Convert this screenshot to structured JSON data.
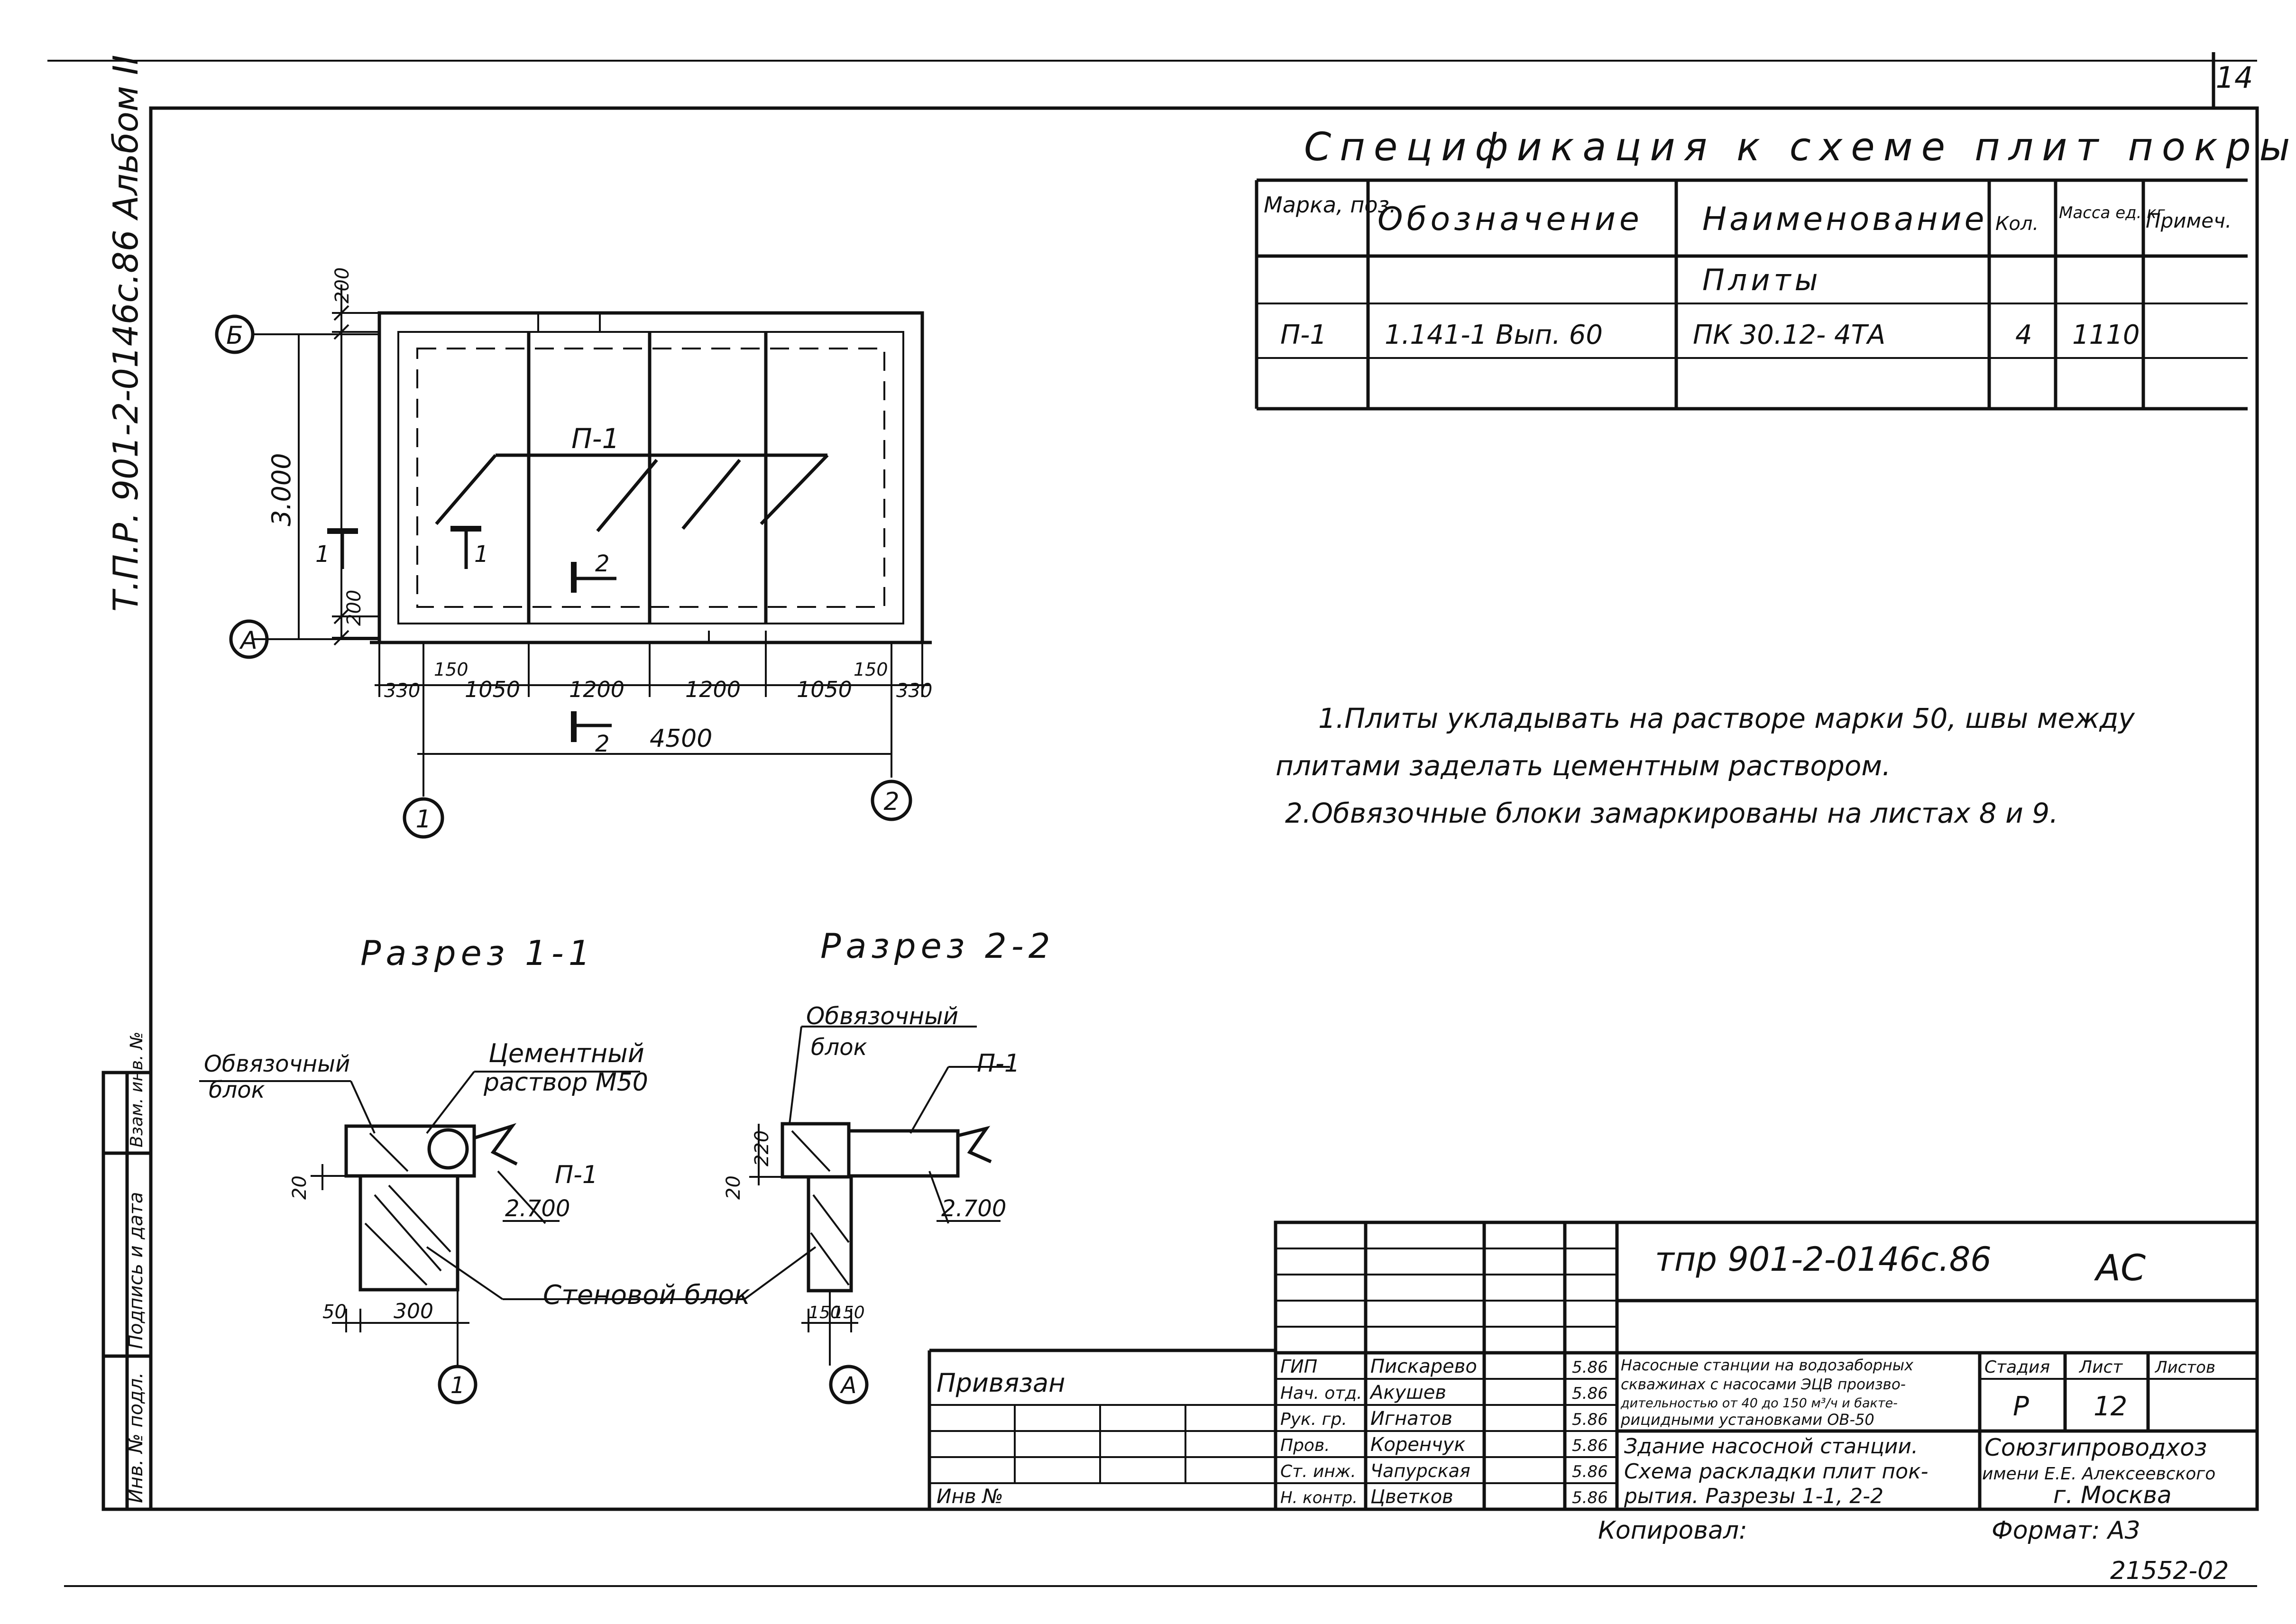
{
  "sheet": {
    "page_number": "14",
    "side_stamp": "Т.П.Р. 901-2-0146с.86 Альбом II",
    "copied": "Копировал:",
    "format": "Формат: А3",
    "inventory": "21552-02"
  },
  "spec": {
    "title": "Спецификация  к схеме  плит  покрытия",
    "headers": [
      "Марка, поз.",
      "Обозначение",
      "Наименование",
      "Кол.",
      "Масса ед.,кг",
      "Примеч."
    ],
    "group": "Плиты",
    "row": [
      "П-1",
      "1.141-1  Вып. 60",
      "ПК 30.12- 4ТА",
      "4",
      "1110",
      ""
    ]
  },
  "plan": {
    "axis_b": "Б",
    "axis_a": "А",
    "axis_1": "1",
    "axis_2": "2",
    "dim_top": "200",
    "dim_height": "3.000",
    "dim_bottom": "200",
    "dims_row": [
      "150",
      "330",
      "1050",
      "1200",
      "1200",
      "1050",
      "150",
      "330"
    ],
    "dim_total": "4500",
    "plate_mark": "П-1",
    "sec1_a": "1",
    "sec1_b": "1",
    "sec2_a": "2",
    "sec2_b": "2"
  },
  "notes": [
    "1.Плиты  укладывать  на  растворе  марки 50,  швы  между",
    "плитами  заделать  цементным  раствором.",
    "2.Обвязочные  блоки  замаркированы  на  листах  8 и 9."
  ],
  "sections": {
    "s1_title": "Разрез 1-1",
    "s2_title": "Разрез 2-2",
    "s1_block_l1": "Обвязочный",
    "s1_block_l2": "блок",
    "s1_cement_l1": "Цементный",
    "s1_cement_l2": "раствор М50",
    "s1_plate": "П-1",
    "s1_level": "2.700",
    "s1_dim_h": "20",
    "s1_dim_50": "50",
    "s1_dim_300": "300",
    "s1_axis": "1",
    "wall_block": "Стеновой блок",
    "s2_block_l1": "Обвязочный",
    "s2_block_l2": "блок",
    "s2_plate": "П-1",
    "s2_level": "2.700",
    "s2_dim_h": "20",
    "s2_dim_220": "220",
    "s2_dim_150a": "150",
    "s2_dim_150b": "150",
    "s2_axis": "А"
  },
  "title_block": {
    "code": "тпр 901-2-0146с.86",
    "mark": "АС",
    "attached": "Привязан",
    "inv": "Инв №",
    "roles": [
      "ГИП",
      "Нач. отд.",
      "Рук. гр.",
      "Пров.",
      "Ст. инж.",
      "Н. контр."
    ],
    "names": [
      "Пискарево",
      "Акушев",
      "Игнатов",
      "Коренчук",
      "Чапурская",
      "Цветков"
    ],
    "dates": [
      "5.86",
      "5.86",
      "5.86",
      "5.86",
      "5.86",
      "5.86"
    ],
    "project_l1": "Насосные станции на водозаборных",
    "project_l2": "скважинах с насосами ЭЦВ произво-",
    "project_l3": "дительностью от 40 до 150 м³/ч и бакте-",
    "project_l4": "рицидными установками ОВ-50",
    "sheet_l1": "Здание насосной станции.",
    "sheet_l2": "Схема раскладки плит пок-",
    "sheet_l3": "рытия.  Разрезы 1-1, 2-2",
    "stage_h": "Стадия",
    "list_h": "Лист",
    "lists_h": "Листов",
    "stage": "Р",
    "list": "12",
    "org_l1": "Союзгипроводхоз",
    "org_l2": "имени Е.Е. Алексеевского",
    "org_l3": "г. Москва"
  },
  "left_stamp": {
    "inv_orig": "Инв. № подл.",
    "sign_date": "Подпись и дата",
    "replace_inv": "Взам. инв. №"
  }
}
